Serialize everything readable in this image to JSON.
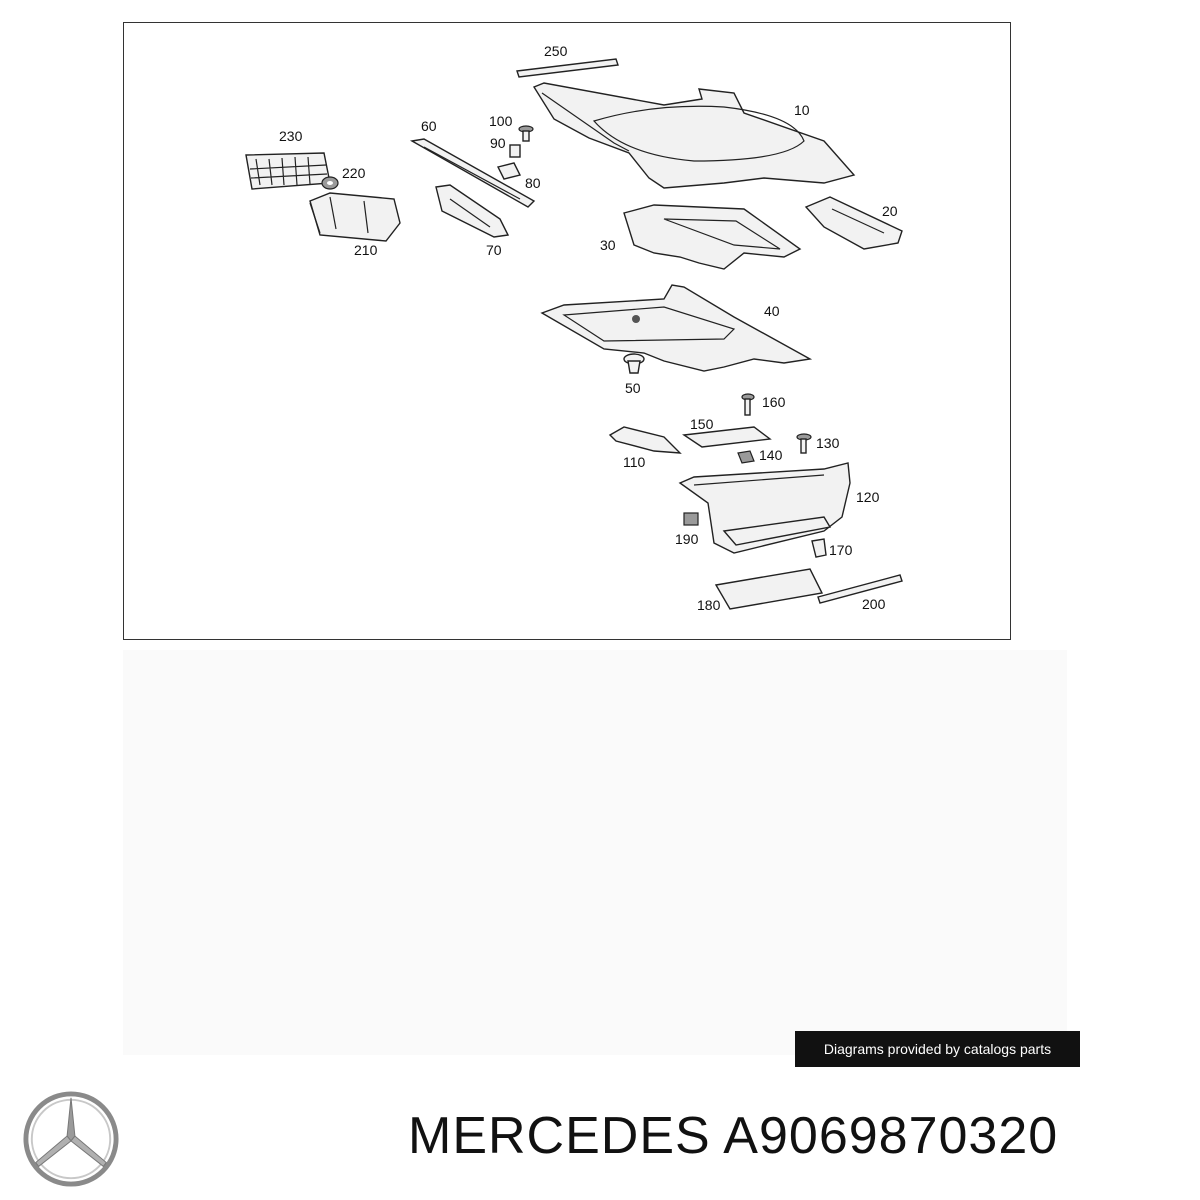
{
  "diagram": {
    "callouts": [
      "250",
      "10",
      "230",
      "60",
      "100",
      "90",
      "220",
      "80",
      "20",
      "210",
      "70",
      "30",
      "40",
      "50",
      "160",
      "150",
      "130",
      "110",
      "140",
      "120",
      "190",
      "170",
      "180",
      "200"
    ]
  },
  "footer": {
    "credit": "Diagrams provided by catalogs parts",
    "brand": "MERCEDES",
    "part_number": "A9069870320",
    "logo_icon": "mercedes-star-icon"
  }
}
